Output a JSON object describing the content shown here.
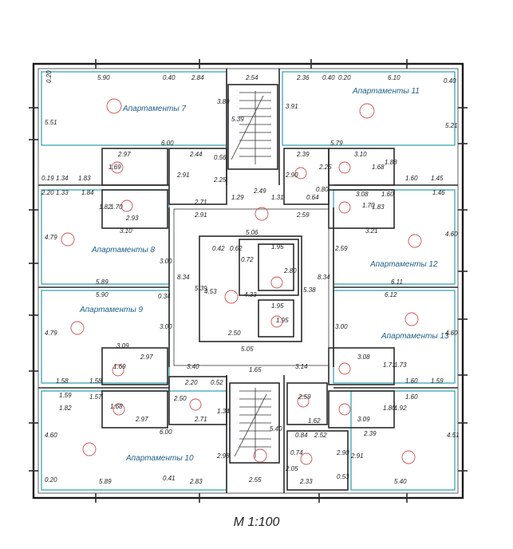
{
  "apartments": [
    {
      "label": "Апартаменты 7"
    },
    {
      "label": "Апартаменты 8"
    },
    {
      "label": "Апартаменты 9"
    },
    {
      "label": "Апартаменты 10"
    },
    {
      "label": "Апартаменты 11"
    },
    {
      "label": "Апартаменты 12"
    },
    {
      "label": "Апартаменты 13"
    }
  ],
  "dimensions": [
    "5.90",
    "0.20",
    "0.40",
    "2.84",
    "2.54",
    "2.36",
    "0.40",
    "0.20",
    "6.10",
    "0.40",
    "5.51",
    "3.89",
    "5.39",
    "3.91",
    "5.21",
    "6.00",
    "5.79",
    "2.97",
    "2.44",
    "2.39",
    "3.10",
    "1.69",
    "2.91",
    "0.56",
    "2.25",
    "2.90",
    "2.25",
    "1.68",
    "1.88",
    "0.19",
    "1.34",
    "1.83",
    "1.60",
    "1.45",
    "2.20",
    "1.33",
    "1.84",
    "2.71",
    "1.29",
    "2.49",
    "1.31",
    "0.64",
    "0.80",
    "3.08",
    "1.60",
    "1.46",
    "1.82",
    "1.70",
    "2.93",
    "2.91",
    "2.59",
    "1.70",
    "1.83",
    "3.10",
    "3.21",
    "4.79",
    "4.60",
    "5.06",
    "0.42",
    "0.62",
    "1.95",
    "0.72",
    "2.80",
    "3.00",
    "2.59",
    "5.39",
    "4.53",
    "4.33",
    "1.95",
    "5.38",
    "8.34",
    "8.34",
    "5.89",
    "6.11",
    "5.90",
    "0.34",
    "6.12",
    "1.95",
    "2.50",
    "3.00",
    "3.00",
    "5.05",
    "4.79",
    "4.60",
    "3.09",
    "2.97",
    "1.69",
    "3.08",
    "1.71",
    "1.73",
    "1.58",
    "1.58",
    "3.40",
    "1.65",
    "3.14",
    "1.60",
    "1.59",
    "2.20",
    "0.52",
    "2.59",
    "1.59",
    "1.57",
    "2.50",
    "1.60",
    "1.82",
    "1.68",
    "2.97",
    "2.71",
    "1.34",
    "1.62",
    "3.09",
    "1.80",
    "1.92",
    "6.00",
    "5.40",
    "0.84",
    "2.52",
    "2.39",
    "4.60",
    "2.98",
    "0.74",
    "2.90",
    "2.91",
    "4.51",
    "2.05",
    "0.20",
    "5.89",
    "0.41",
    "2.83",
    "2.55",
    "2.33",
    "0.53",
    "5.40"
  ],
  "scale": "M 1:100"
}
